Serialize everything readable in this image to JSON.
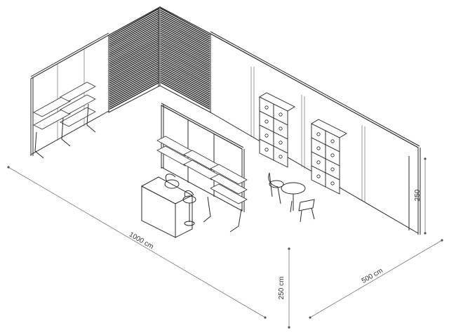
{
  "dimensions": {
    "length_label": "1000 cm",
    "depth_label": "500 cm",
    "height_label_front": "250 cm",
    "height_label_side": "250"
  }
}
